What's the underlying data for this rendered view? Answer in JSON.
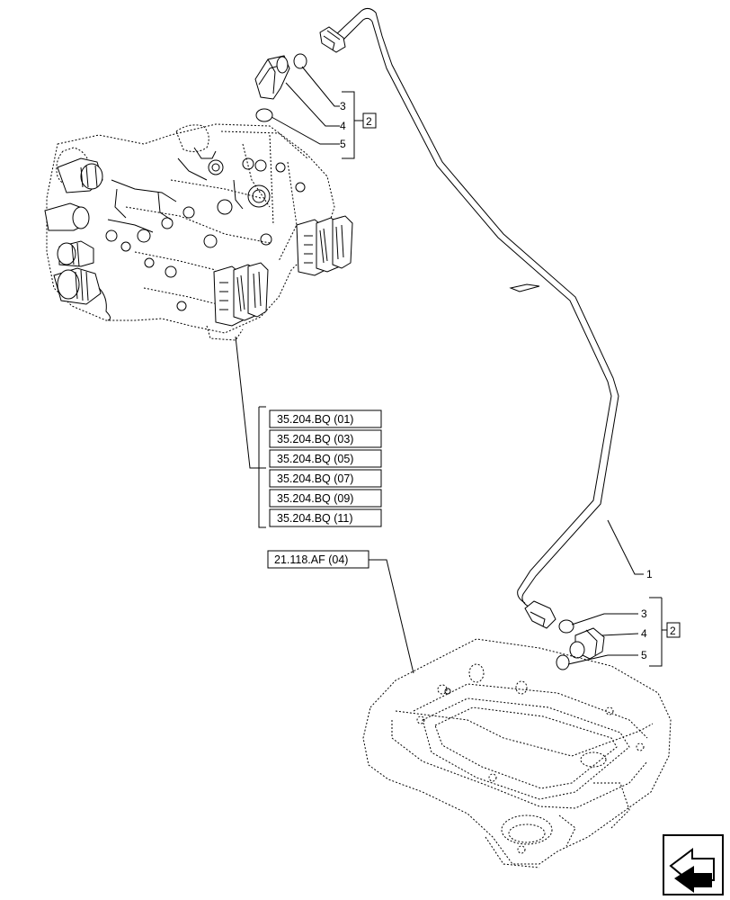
{
  "callouts": [
    {
      "text": "1"
    },
    {
      "text": "3"
    },
    {
      "text": "4"
    },
    {
      "text": "5"
    },
    {
      "text": "3"
    },
    {
      "text": "4"
    },
    {
      "text": "5"
    }
  ],
  "groups": [
    {
      "text": "2"
    },
    {
      "text": "2"
    }
  ],
  "references": [
    {
      "text": "35.204.BQ (01)"
    },
    {
      "text": "35.204.BQ (03)"
    },
    {
      "text": "35.204.BQ (05)"
    },
    {
      "text": "35.204.BQ (07)"
    },
    {
      "text": "35.204.BQ (09)"
    },
    {
      "text": "35.204.BQ (11)"
    },
    {
      "text": "21.118.AF (04)"
    }
  ],
  "icons": {
    "nav": "navigation-arrow-icon"
  }
}
